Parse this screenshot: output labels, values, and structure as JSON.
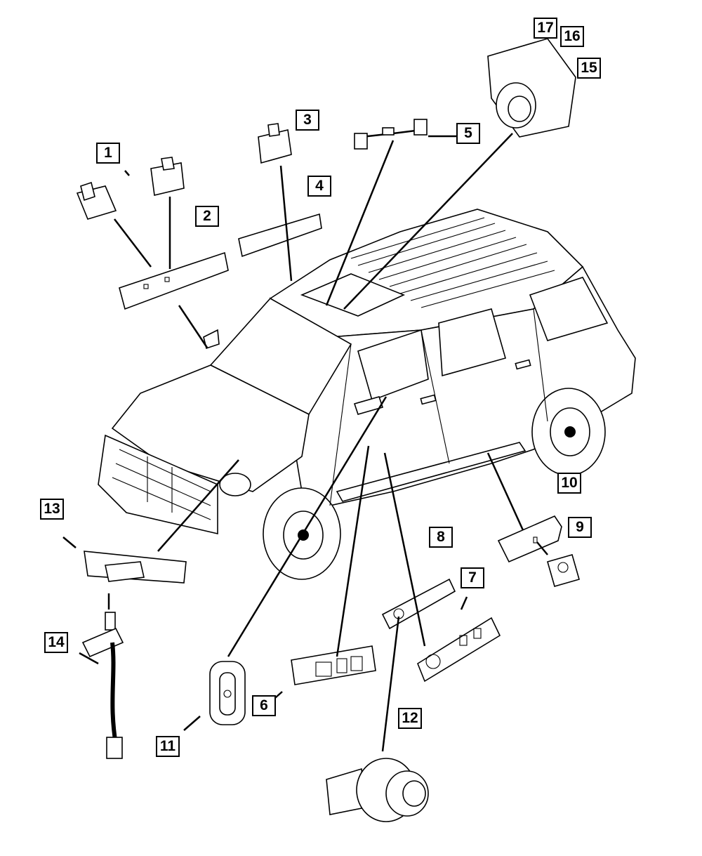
{
  "diagram": {
    "title": "Vehicle switches and sensors exploded view",
    "subject": "SUV (Dodge Durango) with numbered part callouts",
    "colors": {
      "line": "#000000",
      "background": "#ffffff"
    },
    "callouts": [
      {
        "number": "1",
        "part": "switch-module-left"
      },
      {
        "number": "2",
        "part": "switch-module-center"
      },
      {
        "number": "3",
        "part": "switch-module-overhead"
      },
      {
        "number": "4",
        "part": "bezel-overhead"
      },
      {
        "number": "5",
        "part": "wiring-harness-overhead"
      },
      {
        "number": "6",
        "part": "rear-window-switch"
      },
      {
        "number": "7",
        "part": "driver-door-master-switch"
      },
      {
        "number": "8",
        "part": "door-switch-bezel"
      },
      {
        "number": "9",
        "part": "rear-door-switch-bezel"
      },
      {
        "number": "10",
        "part": "rear-door-switch"
      },
      {
        "number": "11",
        "part": "single-window-switch"
      },
      {
        "number": "12",
        "part": "mirror-switch"
      },
      {
        "number": "13",
        "part": "hood-trim-bezel"
      },
      {
        "number": "14",
        "part": "hood-ajar-switch-harness"
      },
      {
        "number": "15",
        "part": "overhead-console-switch"
      },
      {
        "number": "16",
        "part": "overhead-console-switch-alt"
      },
      {
        "number": "17",
        "part": "overhead-console-switch-alt2"
      }
    ]
  }
}
